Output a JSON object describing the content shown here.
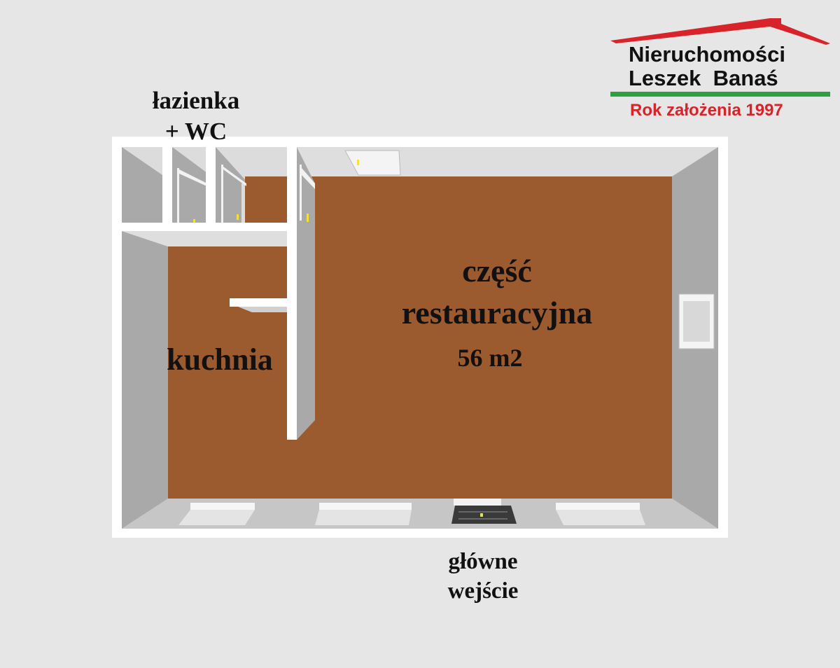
{
  "logo": {
    "line1": "Nieruchomości",
    "line2": "Leszek  Banaś",
    "tagline": "Rok założenia 1997",
    "colors": {
      "roof": "#d8232a",
      "bar": "#2ea043",
      "tagline": "#d8232a"
    }
  },
  "rooms": {
    "bathroom_line1": "łazienka",
    "bathroom_line2": "+ WC",
    "kitchen": "kuchnia",
    "restaurant_line1": "część",
    "restaurant_line2": "restauracyjna",
    "restaurant_area": "56 m2",
    "entrance_line1": "główne",
    "entrance_line2": "wejście"
  },
  "colors": {
    "floor": "#9c5a2f",
    "background": "#e6e6e6",
    "wall": "#ffffff"
  }
}
